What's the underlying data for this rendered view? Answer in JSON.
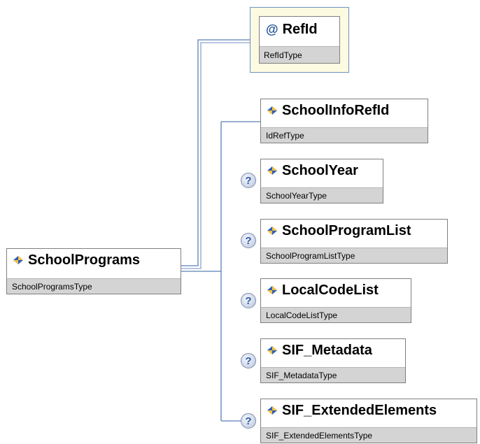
{
  "root": {
    "name": "SchoolPrograms",
    "type": "SchoolProgramsType"
  },
  "attribute": {
    "symbol": "@",
    "name": "RefId",
    "type": "RefIdType"
  },
  "children": [
    {
      "name": "SchoolInfoRefId",
      "type": "IdRefType",
      "optional": false
    },
    {
      "name": "SchoolYear",
      "type": "SchoolYearType",
      "optional": true
    },
    {
      "name": "SchoolProgramList",
      "type": "SchoolProgramListType",
      "optional": true
    },
    {
      "name": "LocalCodeList",
      "type": "LocalCodeListType",
      "optional": true
    },
    {
      "name": "SIF_Metadata",
      "type": "SIF_MetadataType",
      "optional": true
    },
    {
      "name": "SIF_ExtendedElements",
      "type": "SIF_ExtendedElementsType",
      "optional": true
    }
  ],
  "optional_symbol": "?",
  "colors": {
    "connector": "#5b7fb8",
    "attribute_frame": "#6f8fc3",
    "attribute_background": "#fcfbe2",
    "type_band": "#d4d4d4"
  },
  "icons": {
    "element": "element-diamond-icon",
    "optional": "optional-question-icon",
    "attribute": "attribute-at-icon"
  }
}
